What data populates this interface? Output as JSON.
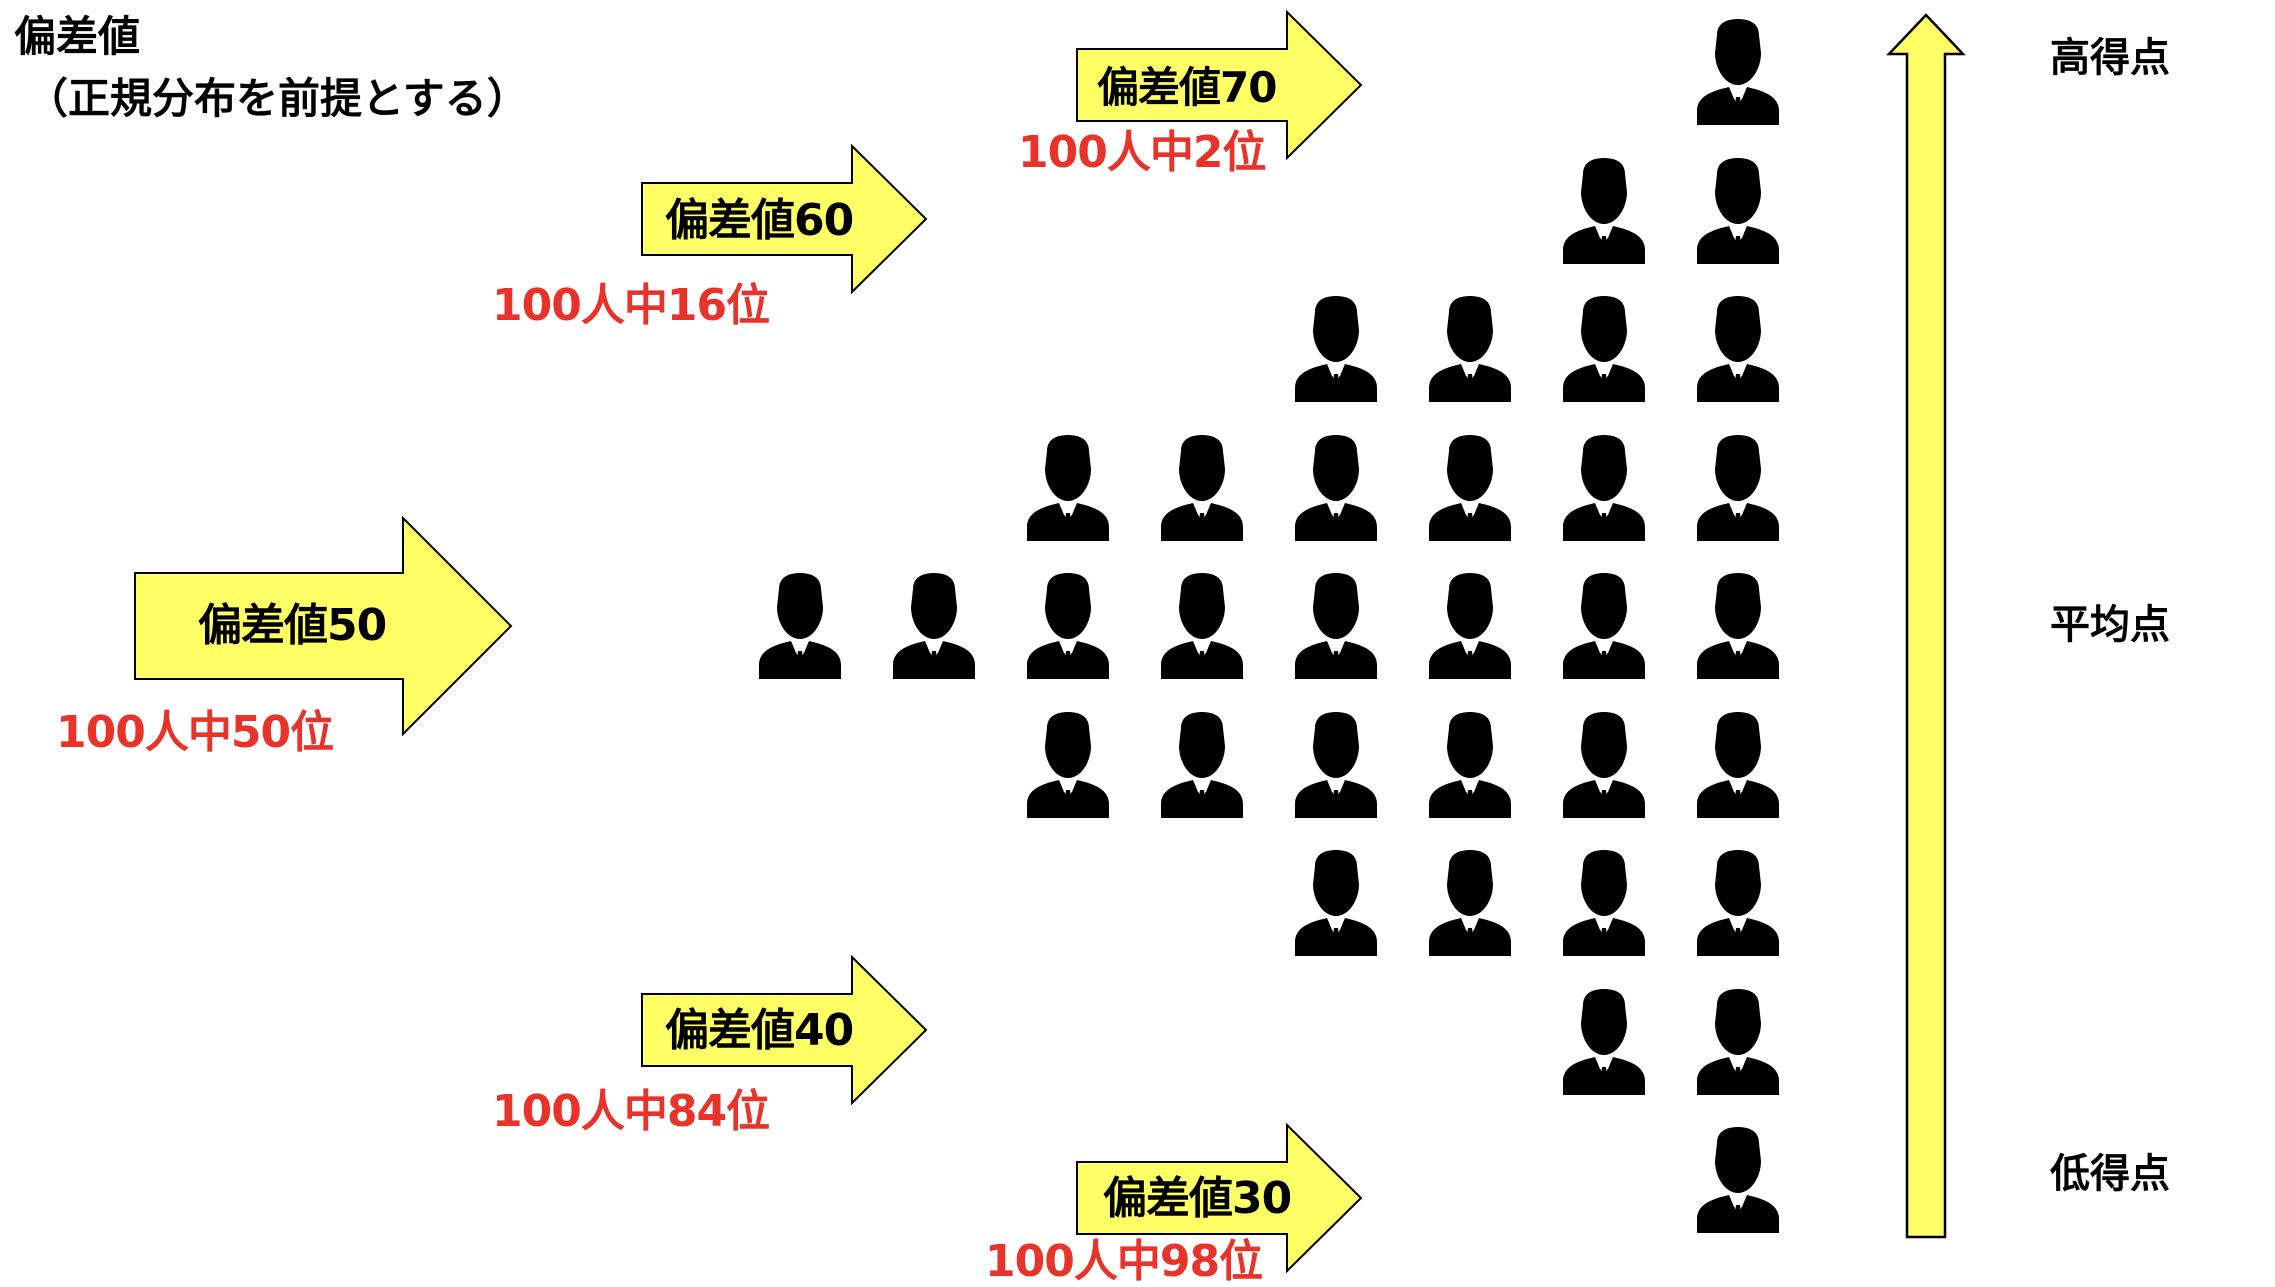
{
  "title": "偏差値",
  "subtitle": "（正規分布を前提とする）",
  "deviation_labels": {
    "d70": "偏差値70",
    "d60": "偏差値60",
    "d50": "偏差値50",
    "d40": "偏差値40",
    "d30": "偏差値30"
  },
  "rank_labels": {
    "r70": "100人中2位",
    "r60": "100人中16位",
    "r50": "100人中50位",
    "r40": "100人中84位",
    "r30": "100人中98位"
  },
  "score_labels": {
    "high": "高得点",
    "mean": "平均点",
    "low": "低得点"
  },
  "people_rows": [
    1,
    2,
    4,
    6,
    8,
    6,
    4,
    2,
    1
  ],
  "colors": {
    "arrow_fill": "#ffff66",
    "rank_text": "#e8332a",
    "person": "#000000"
  },
  "icons": [
    "person-icon",
    "right-arrow",
    "up-arrow"
  ]
}
